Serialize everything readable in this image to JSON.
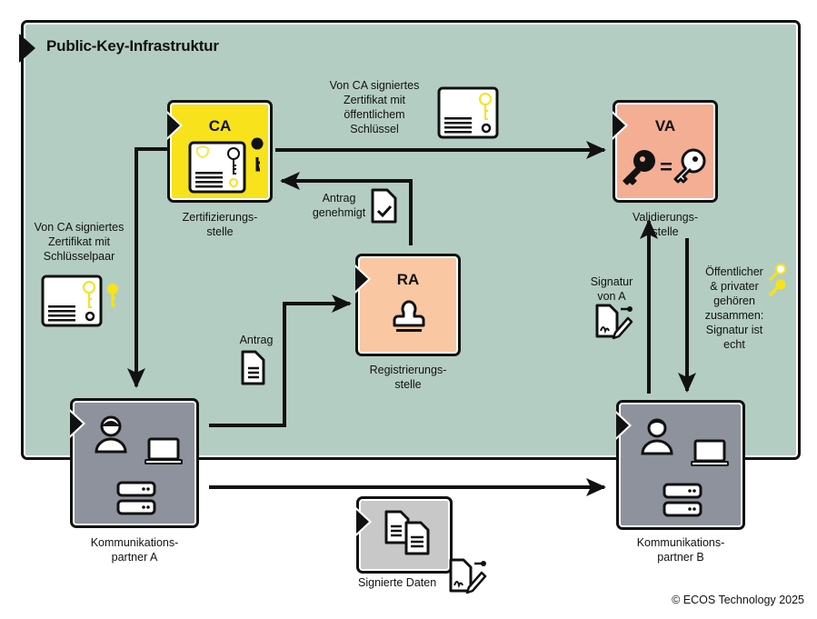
{
  "diagram": {
    "title": "Public-Key-Infrastruktur",
    "nodes": {
      "ca": {
        "abbr": "CA",
        "caption_line1": "Zertifizierungs-",
        "caption_line2": "stelle",
        "color": "#f7e21b"
      },
      "va": {
        "abbr": "VA",
        "caption_line1": "Validierungs-",
        "caption_line2": "stelle",
        "color": "#f4ae94"
      },
      "ra": {
        "abbr": "RA",
        "caption_line1": "Registrierungs-",
        "caption_line2": "stelle",
        "color": "#f9c7a2"
      },
      "partner_a": {
        "caption_line1": "Kommunikations-",
        "caption_line2": "partner A",
        "color": "#8d929c"
      },
      "partner_b": {
        "caption_line1": "Kommunikations-",
        "caption_line2": "partner B",
        "color": "#8d929c"
      },
      "signed_data": {
        "caption": "Signierte Daten",
        "color": "#c8c8c8"
      }
    },
    "labels": {
      "ca_to_va": [
        "Von CA signiertes",
        "Zertifikat mit",
        "öffentlichem",
        "Schlüssel"
      ],
      "ca_to_a": [
        "Von CA signiertes",
        "Zertifikat mit",
        "Schlüsselpaar"
      ],
      "approved": [
        "Antrag",
        "genehmigt"
      ],
      "request": "Antrag",
      "signature": [
        "Signatur",
        "von A"
      ],
      "valid": [
        "Öffentlicher",
        "& privater",
        "gehören",
        "zusammen:",
        "Signatur ist",
        "echt"
      ]
    },
    "colors": {
      "background": "#b4cdc3",
      "key_yellow": "#f7e21b",
      "stroke": "#111111"
    }
  },
  "footer": {
    "copyright": "© ECOS Technology 2025"
  }
}
